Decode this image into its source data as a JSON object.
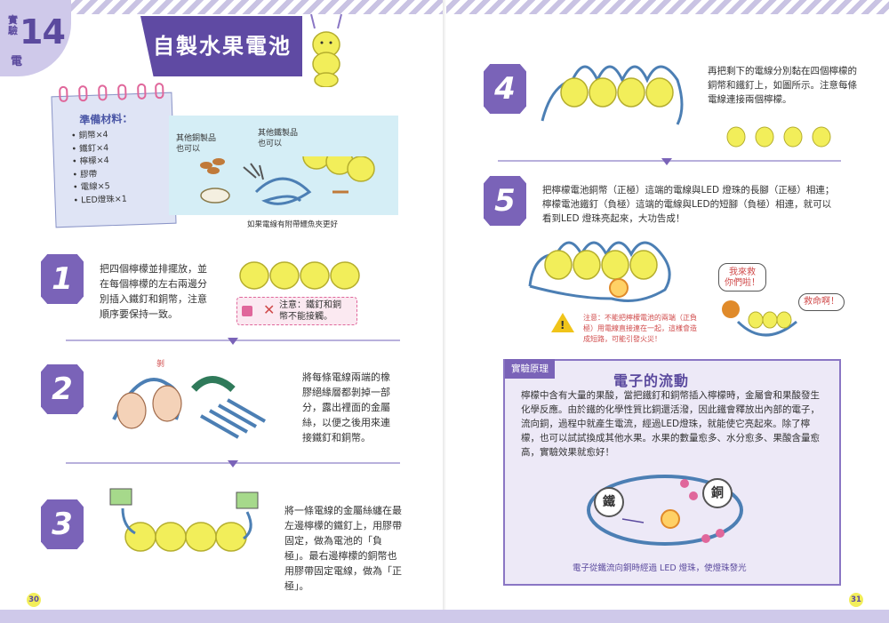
{
  "header": {
    "exp_label": "實驗",
    "exp_number": "14",
    "exp_sub": "電",
    "title": "自製水果電池"
  },
  "materials": {
    "title": "準備材料：",
    "items": [
      "銅幣×4",
      "鐵釘×4",
      "檸檬×4",
      "膠帶",
      "電線×5",
      "LED燈珠×1"
    ],
    "note_copper": "其他銅製品\n也可以",
    "note_iron": "其他鐵製品\n也可以",
    "footnote": "如果電線有附帶鱷魚夾更好"
  },
  "steps": [
    {
      "num": "1",
      "text": "把四個檸檬並排擺放，並在每個檸檬的左右兩邊分別插入鐵釘和銅幣，注意順序要保持一致。"
    },
    {
      "num": "2",
      "text": "將每條電線兩端的橡膠絕緣層都剝掉一部分，露出裡面的金屬絲，以便之後用來連接鐵釘和銅幣。"
    },
    {
      "num": "3",
      "text": "將一條電線的金屬絲纏在最左邊檸檬的鐵釘上，用膠帶固定，做為電池的「負極」。最右邊檸檬的銅幣也用膠帶固定電線，做為「正極」。"
    },
    {
      "num": "4",
      "text": "再把剩下的電線分別黏在四個檸檬的銅幣和鐵釘上，如圖所示。注意每條電線連接兩個檸檬。"
    },
    {
      "num": "5",
      "text": "把檸檬電池銅幣（正極）這端的電線與LED 燈珠的長腳（正極）相連；檸檬電池鐵釘（負極）這端的電線與LED的短腳（負極）相連，就可以看到LED 燈珠亮起來，大功告成！"
    }
  ],
  "warning_step1": "注意：鐵釘和銅\n幣不能接觸。",
  "step2_label": "剝",
  "step5": {
    "bubble1": "我來救\n你們啦！",
    "bubble2": "救命啊！",
    "caution": "注意：不能把檸檬電池的兩端（正負\n極）用電線直接連在一起，這樣會造\n成短路，可能引發火災！"
  },
  "principle": {
    "tag": "實驗原理",
    "title": "電子的流動",
    "body": "檸檬中含有大量的果酸，當把鐵釘和銅幣插入檸檬時，金屬會和果酸發生化學反應。由於鐵的化學性質比銅還活潑，因此鐵會釋放出內部的電子，流向銅，過程中就產生電流，經過LED燈珠，就能使它亮起來。除了檸檬，也可以試試換成其他水果。水果的數量愈多、水分愈多、果酸含量愈高，實驗效果就愈好！",
    "iron_label": "鐵",
    "copper_label": "銅",
    "caption": "電子從鐵流向銅時經過 LED 燈珠，使燈珠發光"
  },
  "page_left": "30",
  "page_right": "31",
  "colors": {
    "accent": "#5f4aa3",
    "lemon": "#f2ee5a",
    "wire": "#4c7fb4",
    "warning": "#d04b4b"
  }
}
